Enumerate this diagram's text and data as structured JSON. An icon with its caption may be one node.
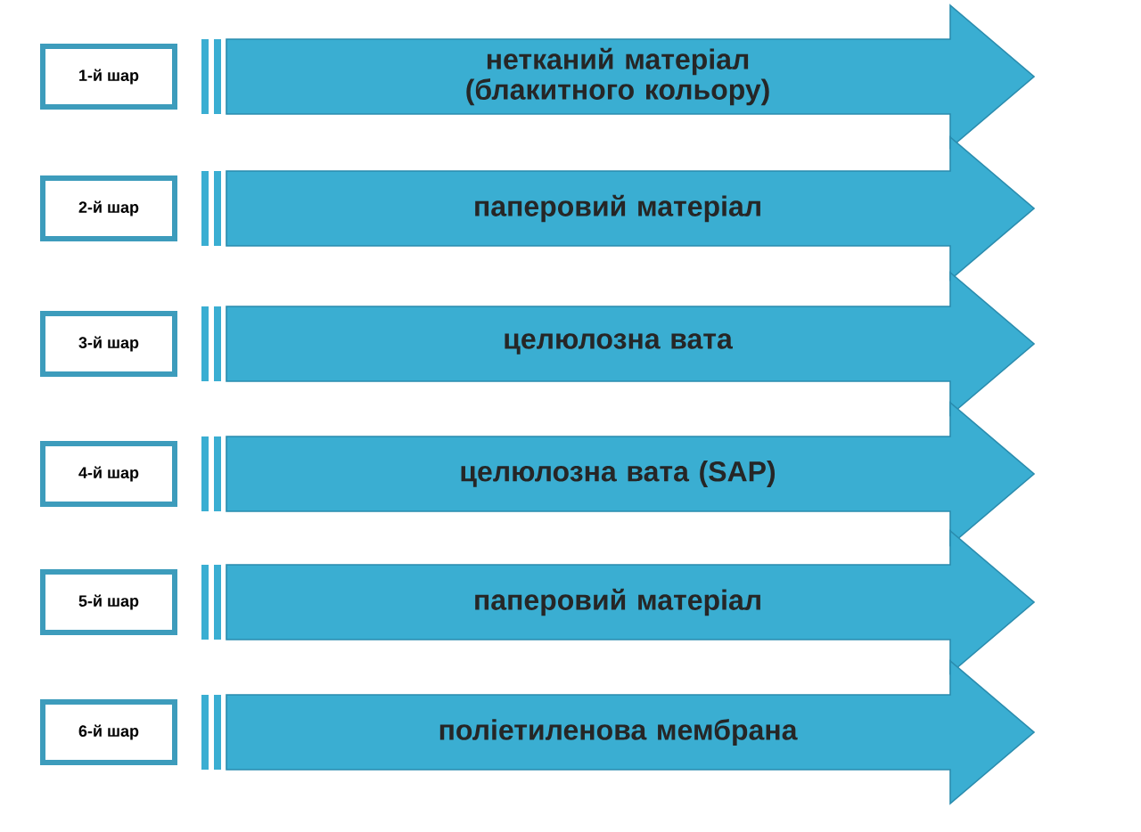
{
  "diagram": {
    "nodes": [
      {
        "text": [
          "1-й шар"
        ]
      },
      {
        "text": [
          "нетканий матеріал (блакитного кольору)"
        ]
      },
      {
        "text": [
          "2-й шар"
        ]
      },
      {
        "text": [
          "паперовий матеріал"
        ]
      },
      {
        "text": [
          "3-й шар"
        ]
      },
      {
        "text": [
          "целюлозна вата"
        ]
      },
      {
        "text": [
          "4-й шар"
        ]
      },
      {
        "text": [
          "целюлозна вата (SAP)"
        ]
      },
      {
        "text": [
          "5-й шар"
        ]
      },
      {
        "text": [
          "паперовий матеріал"
        ]
      },
      {
        "text": [
          "6-й шар"
        ]
      },
      {
        "text": [
          "поліетиленова мембрана"
        ]
      }
    ]
  }
}
